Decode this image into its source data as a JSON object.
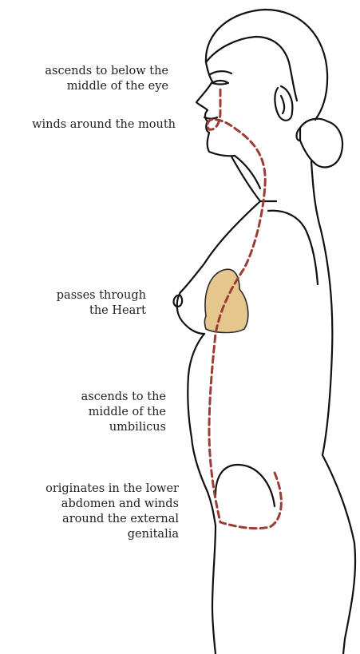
{
  "colors": {
    "outline": "#111111",
    "channel": "#9b3c36",
    "heart_fill": "#e5c78e",
    "heart_stroke": "#2a2a2a",
    "label_text": "#222222"
  },
  "annotations": [
    {
      "id": "eye",
      "lines": [
        "ascends to below the",
        "middle of the eye"
      ]
    },
    {
      "id": "mouth",
      "lines": [
        "winds around the mouth"
      ]
    },
    {
      "id": "heart",
      "lines": [
        "passes through",
        "the Heart"
      ]
    },
    {
      "id": "umbilicus",
      "lines": [
        "ascends to the",
        "middle of the",
        "umbilicus"
      ]
    },
    {
      "id": "origin",
      "lines": [
        "originates in the lower",
        "abdomen and winds",
        "around the external",
        "genitalia"
      ]
    }
  ]
}
